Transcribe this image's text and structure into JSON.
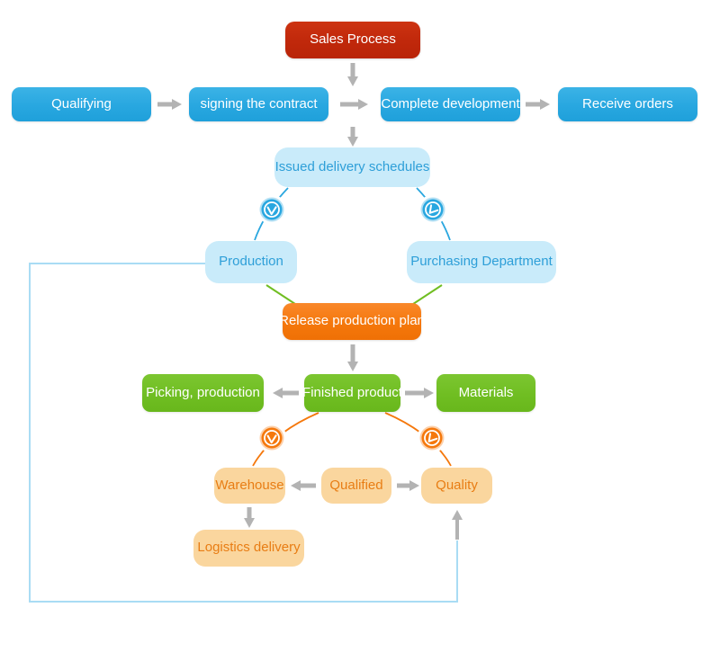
{
  "diagram": {
    "title": "Sales Process",
    "type": "flowchart"
  },
  "nodes": [
    {
      "id": "sales-process",
      "label": "Sales Process",
      "variant": "red"
    },
    {
      "id": "qualifying",
      "label": "Qualifying",
      "variant": "blue"
    },
    {
      "id": "signing-the-contract",
      "label": "signing the contract",
      "variant": "blue"
    },
    {
      "id": "complete-development",
      "label": "Complete development",
      "variant": "blue"
    },
    {
      "id": "receive-orders",
      "label": "Receive orders",
      "variant": "blue"
    },
    {
      "id": "issued-delivery-schedules",
      "label": "Issued delivery schedules",
      "variant": "lightblue"
    },
    {
      "id": "production",
      "label": "Production",
      "variant": "lightblue"
    },
    {
      "id": "purchasing-department",
      "label": "Purchasing Department",
      "variant": "lightblue"
    },
    {
      "id": "release-production-plan",
      "label": "Release production plan",
      "variant": "orange"
    },
    {
      "id": "picking-production",
      "label": "Picking, production",
      "variant": "green"
    },
    {
      "id": "finished-product",
      "label": "Finished product",
      "variant": "green"
    },
    {
      "id": "materials",
      "label": "Materials",
      "variant": "green"
    },
    {
      "id": "warehouse",
      "label": "Warehouse",
      "variant": "lightorange"
    },
    {
      "id": "qualified",
      "label": "Qualified",
      "variant": "lightorange"
    },
    {
      "id": "quality",
      "label": "Quality",
      "variant": "lightorange"
    },
    {
      "id": "logistics-delivery",
      "label": "Logistics delivery",
      "variant": "lightorange"
    }
  ],
  "icons": [
    {
      "name": "clock-icon",
      "color": "#29a7e0",
      "positions": [
        "between issued-delivery-schedules and production",
        "between issued-delivery-schedules and purchasing-department"
      ]
    },
    {
      "name": "clock-icon",
      "color": "#f5780c",
      "positions": [
        "between finished-product and warehouse",
        "between finished-product and quality"
      ]
    }
  ],
  "connections": [
    {
      "from": "sales-process",
      "to": "row of blue boxes",
      "style": "gray block arrow down"
    },
    {
      "from": "qualifying",
      "to": "signing-the-contract",
      "style": "gray block arrow right"
    },
    {
      "from": "signing-the-contract",
      "to": "complete-development",
      "style": "gray block arrow right"
    },
    {
      "from": "complete-development",
      "to": "receive-orders",
      "style": "gray block arrow right"
    },
    {
      "from": "blue row",
      "to": "issued-delivery-schedules",
      "style": "gray block arrow down"
    },
    {
      "from": "issued-delivery-schedules",
      "to": "production",
      "style": "blue curve with clock icon"
    },
    {
      "from": "issued-delivery-schedules",
      "to": "purchasing-department",
      "style": "blue curve with clock icon"
    },
    {
      "from": "production",
      "to": "release-production-plan",
      "style": "green line"
    },
    {
      "from": "purchasing-department",
      "to": "release-production-plan",
      "style": "green line"
    },
    {
      "from": "release-production-plan",
      "to": "finished-product",
      "style": "gray block arrow down"
    },
    {
      "from": "finished-product",
      "to": "picking-production",
      "style": "gray block arrow left"
    },
    {
      "from": "finished-product",
      "to": "materials",
      "style": "gray block arrow right"
    },
    {
      "from": "finished-product",
      "to": "warehouse",
      "style": "orange curve with clock icon"
    },
    {
      "from": "finished-product",
      "to": "quality",
      "style": "orange curve with clock icon"
    },
    {
      "from": "qualified",
      "to": "warehouse",
      "style": "gray block arrow left"
    },
    {
      "from": "qualified",
      "to": "quality",
      "style": "gray block arrow right"
    },
    {
      "from": "warehouse",
      "to": "logistics-delivery",
      "style": "gray block arrow down"
    },
    {
      "from": "production",
      "to": "quality",
      "style": "light blue feedback polyline around left and bottom, gray arrow up into quality"
    }
  ],
  "colors": {
    "red": "#c0280b",
    "blue": "#28a7e0",
    "lightblue_fill": "#c9ebfa",
    "lightblue_text": "#2e9fd8",
    "orange": "#f5780c",
    "green": "#70be22",
    "lightorange_fill": "#fad69e",
    "lightorange_text": "#e87d14",
    "arrow_gray": "#b3b3b3",
    "feedback_line": "#a9dcf4",
    "background": "#ffffff"
  }
}
